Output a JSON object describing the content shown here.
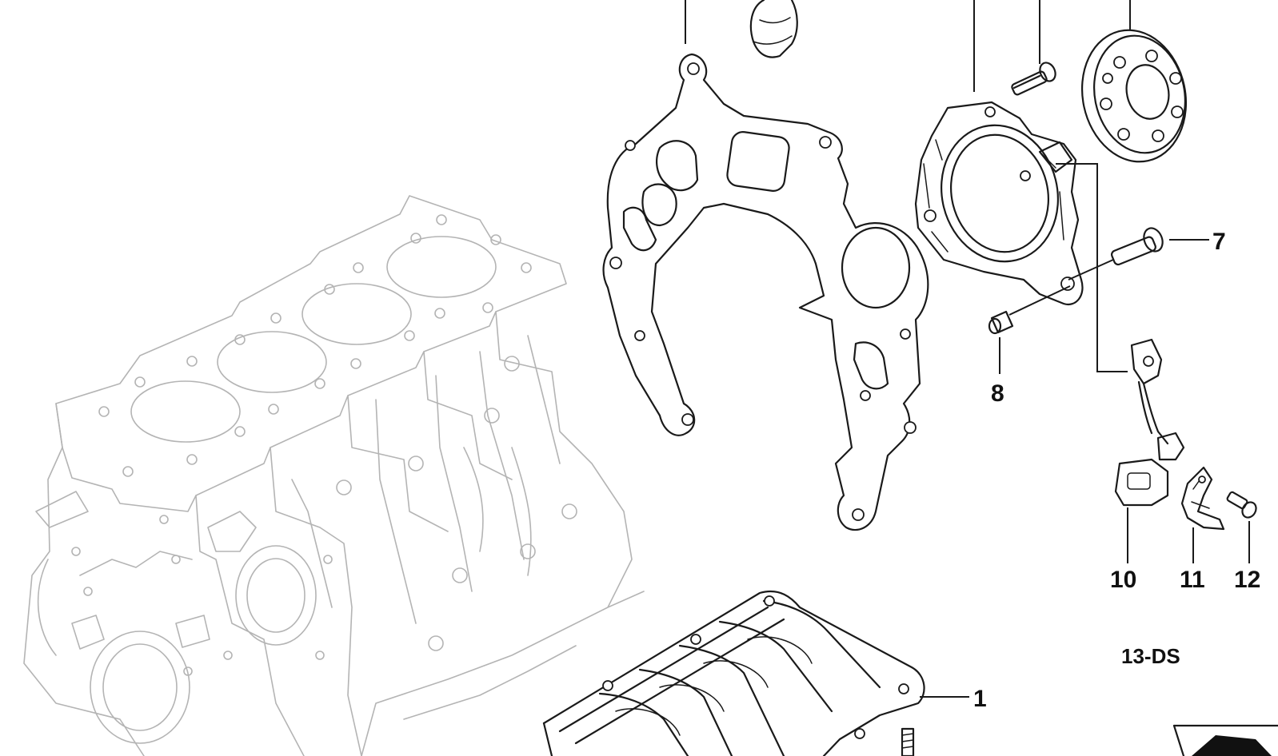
{
  "callouts": [
    {
      "id": "1",
      "label": "1"
    },
    {
      "id": "7",
      "label": "7"
    },
    {
      "id": "8",
      "label": "8"
    },
    {
      "id": "10",
      "label": "10"
    },
    {
      "id": "11",
      "label": "11"
    },
    {
      "id": "12",
      "label": "12"
    }
  ],
  "diagram_code": "13-DS",
  "colors": {
    "line": "#1a1a1a",
    "ghost": "#b4b4b4",
    "background": "#ffffff"
  }
}
